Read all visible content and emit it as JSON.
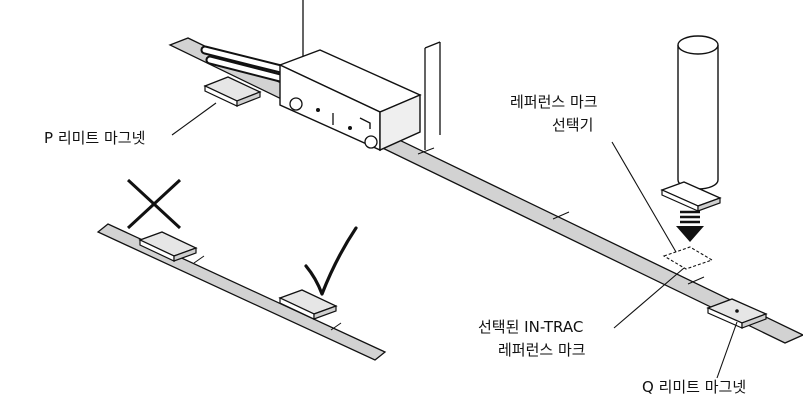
{
  "labels": {
    "p_limit_magnet": "P 리미트 마그넷",
    "ref_selector_line1": "레퍼런스 마크",
    "ref_selector_line2": "선택기",
    "selected_ref_line1": "선택된 IN-TRAC",
    "selected_ref_line2": "레퍼런스 마크",
    "q_limit_magnet": "Q 리미트 마그넷"
  },
  "marks": {
    "incorrect": "cross-mark",
    "correct": "check-mark"
  },
  "colors": {
    "scale_tape": "#d2d2d2",
    "outline": "#111111",
    "part_fill": "#ffffff",
    "part_shade": "#e6e6e6"
  }
}
